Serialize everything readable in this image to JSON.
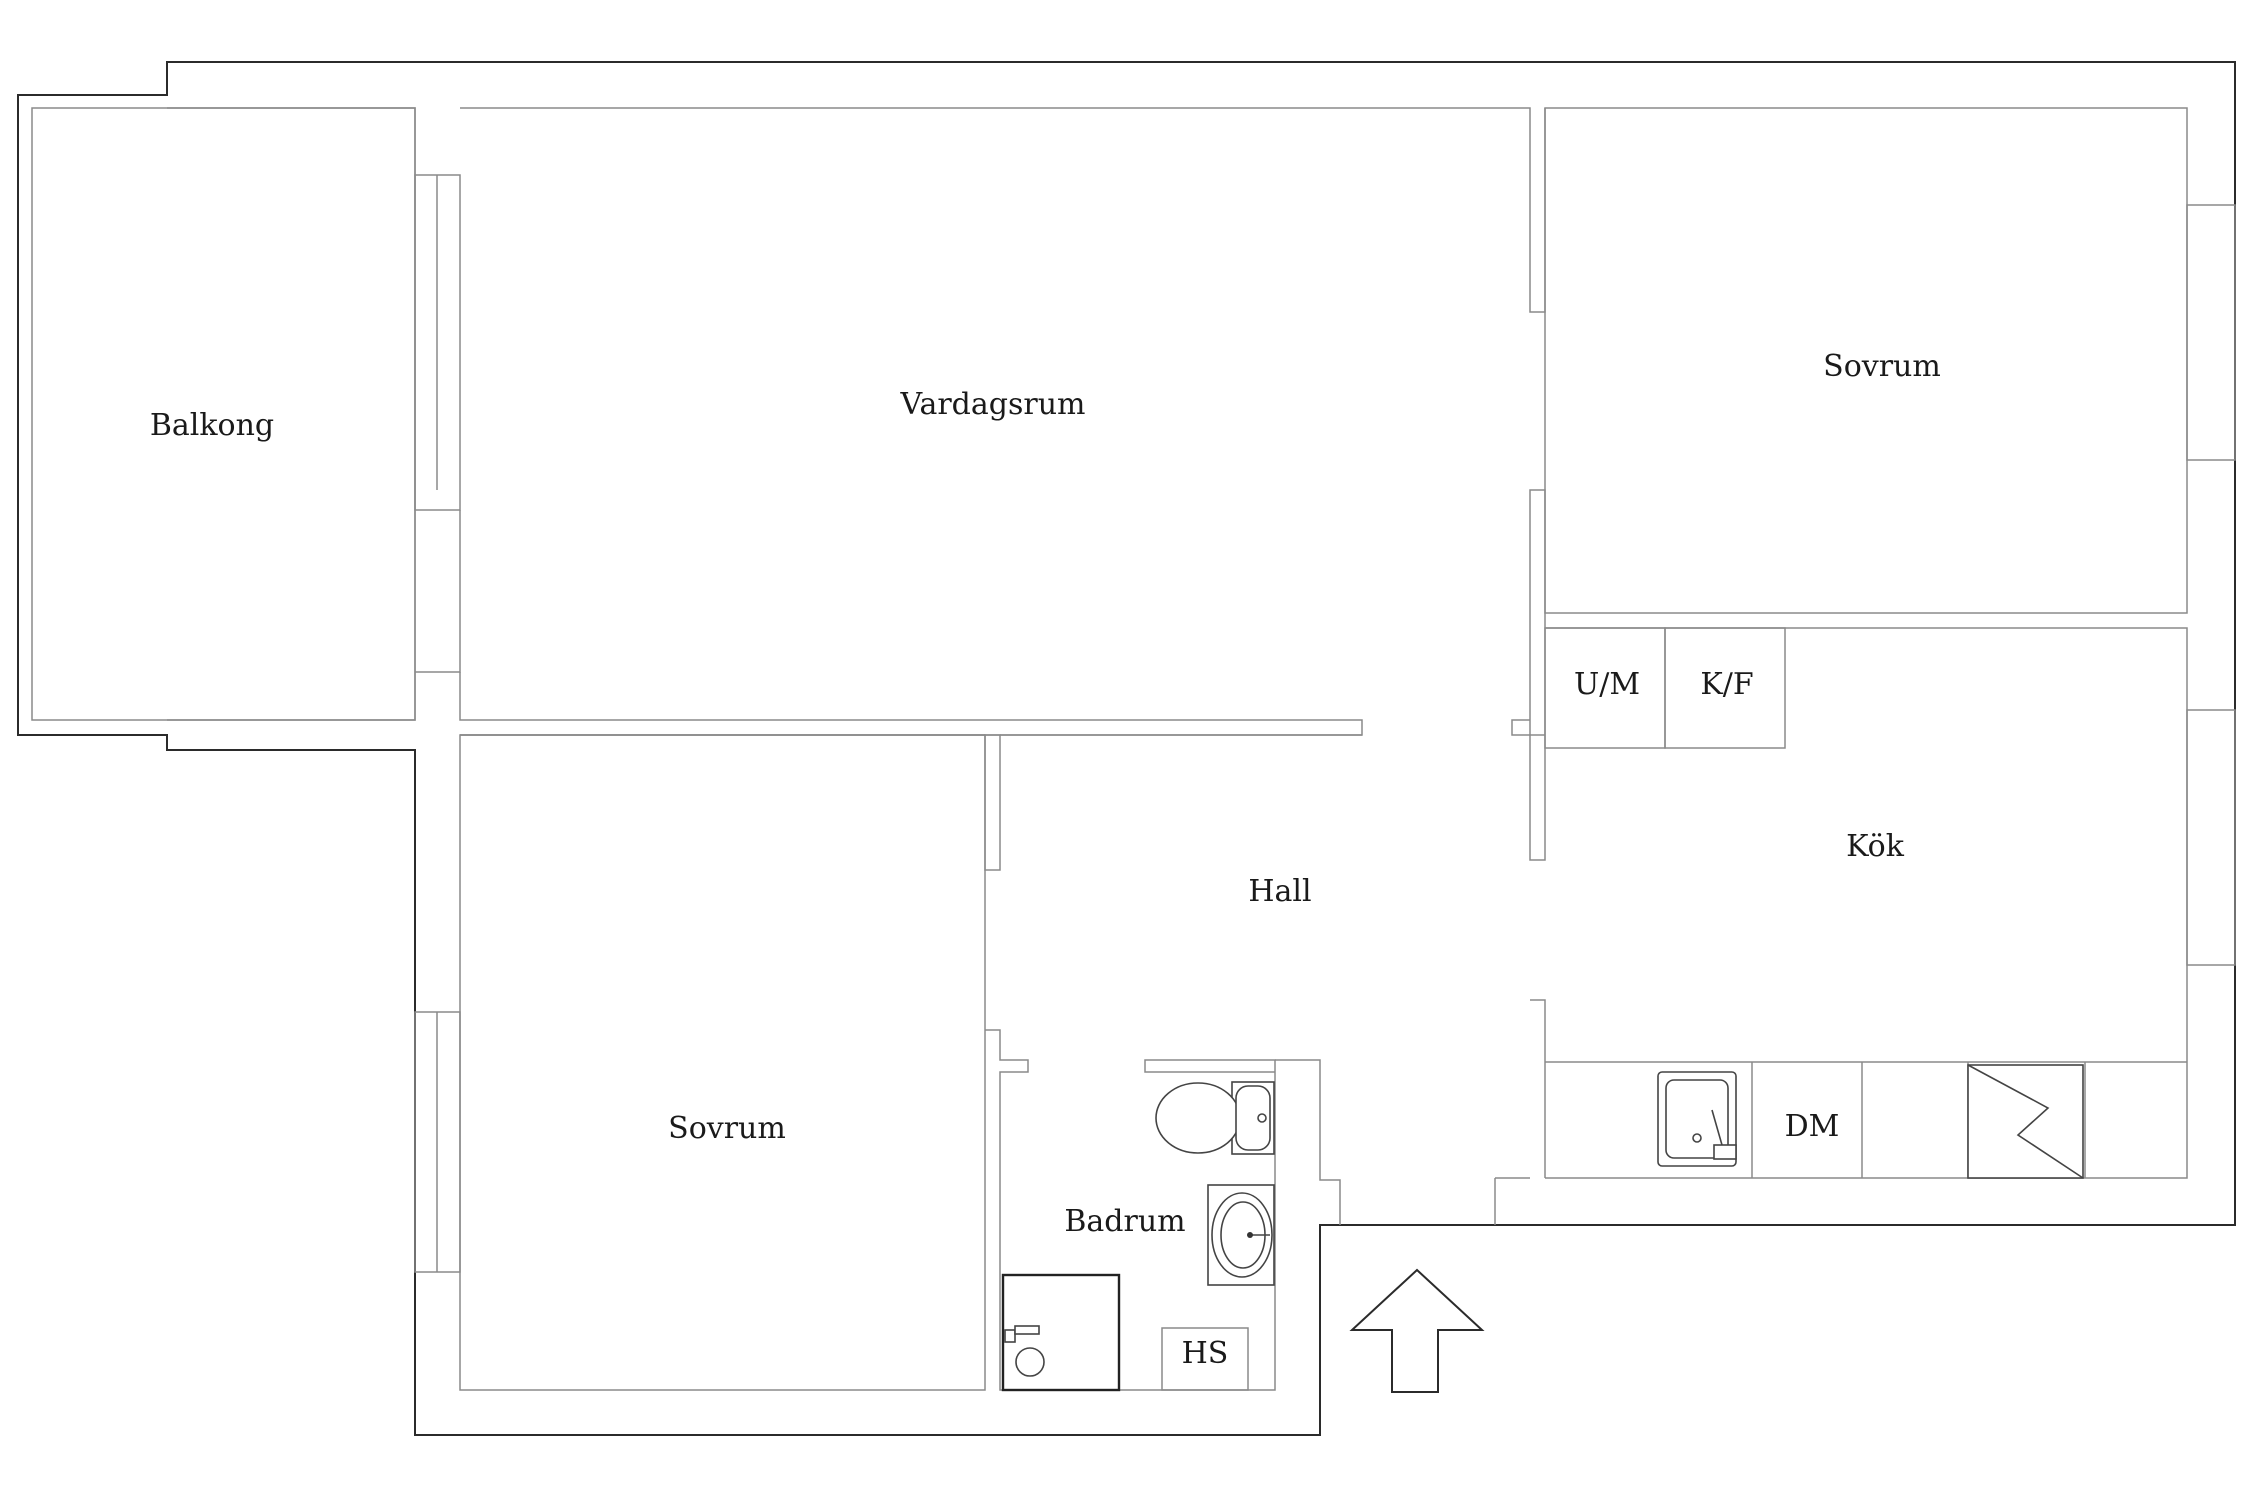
{
  "rooms": {
    "balkong": "Balkong",
    "vardagsrum": "Vardagsrum",
    "sovrum_top": "Sovrum",
    "um": "U/M",
    "kf": "K/F",
    "kok": "Kök",
    "hall": "Hall",
    "sovrum_bottom": "Sovrum",
    "badrum": "Badrum",
    "hs": "HS",
    "dm": "DM"
  },
  "icons": {
    "entrance": "up-arrow-icon",
    "toilet": "toilet-icon",
    "sink": "washbasin-icon",
    "shower": "shower-icon",
    "kitchen_sink": "kitchen-sink-icon",
    "stove": "stove-icon"
  }
}
